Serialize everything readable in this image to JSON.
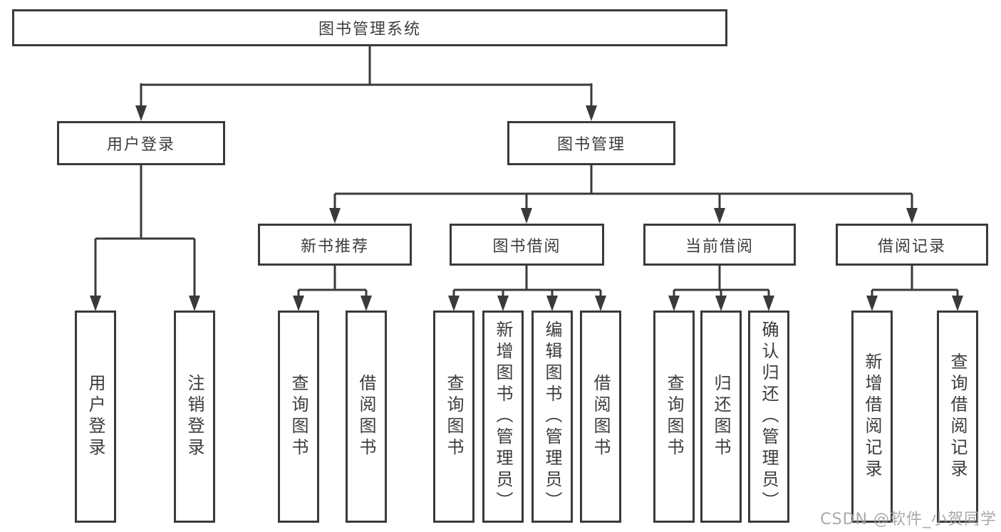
{
  "page": {
    "background": "#ffffff",
    "watermark": "CSDN @软件_小贺同学"
  },
  "colors": {
    "line": "#3a3a3a",
    "text": "#3c3c3c",
    "watermark": "#a8a8a8"
  },
  "tree": {
    "root": {
      "label": "图书管理系统"
    },
    "branches": [
      {
        "label": "用户登录",
        "children": [
          "用户登录",
          "注销登录"
        ]
      },
      {
        "label": "图书管理",
        "children": [
          {
            "label": "新书推荐",
            "children": [
              "查询图书",
              "借阅图书"
            ]
          },
          {
            "label": "图书借阅",
            "children": [
              "查询图书",
              "新增图书（管理员）",
              "编辑图书（管理员）",
              "借阅图书"
            ]
          },
          {
            "label": "当前借阅",
            "children": [
              "查询图书",
              "归还图书",
              "确认归还（管理员）"
            ]
          },
          {
            "label": "借阅记录",
            "children": [
              "新增借阅记录",
              "查询借阅记录"
            ]
          }
        ]
      }
    ]
  }
}
